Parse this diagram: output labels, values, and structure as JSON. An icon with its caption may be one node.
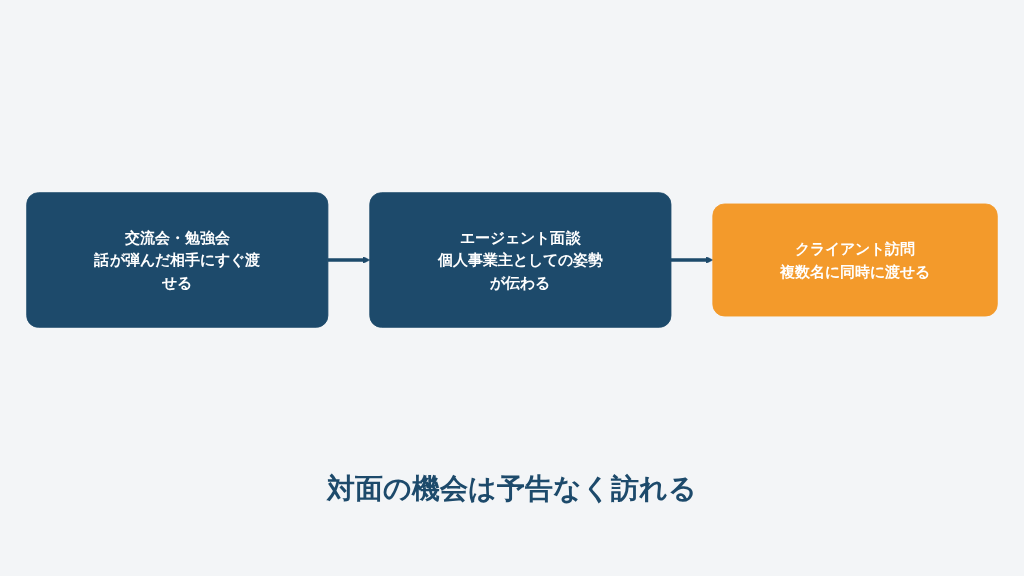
{
  "diagram": {
    "caption": "対面の機会は予告なく訪れる",
    "nodes": [
      {
        "text": [
          "交流会・勉強会",
          "話が弾んだ相手にすぐ渡せる"
        ]
      },
      {
        "text": [
          "エージェント面談",
          "個人事業主としての姿勢が伝わる"
        ]
      },
      {
        "text": [
          "クライアント訪問",
          "複数名に同時に渡せる"
        ]
      }
    ],
    "edges": [
      {
        "from": 0,
        "to": 1,
        "arrow": "to"
      },
      {
        "from": 1,
        "to": 2,
        "arrow": "to"
      }
    ]
  }
}
